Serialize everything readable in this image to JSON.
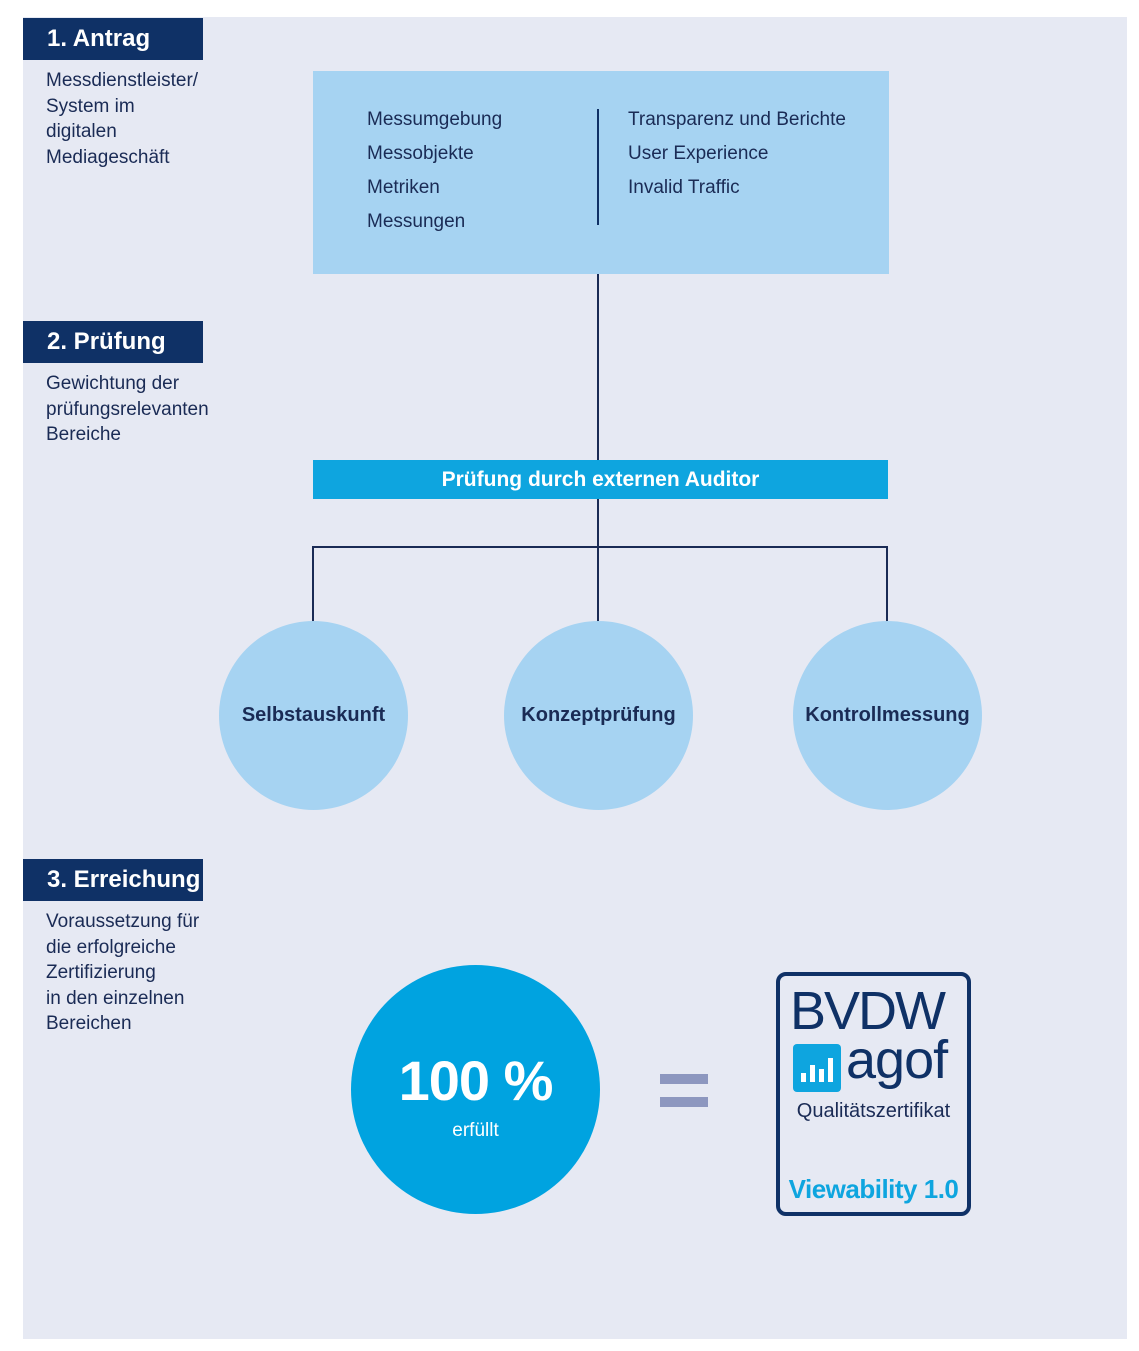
{
  "steps": [
    {
      "title": "1. Antrag",
      "description": "Messdienstleister/\nSystem im\ndigitalen\nMediageschäft"
    },
    {
      "title": "2. Prüfung",
      "description": "Gewichtung der\nprüfungsrelevanten\nBereiche"
    },
    {
      "title": "3. Erreichung",
      "description": "Voraussetzung für\ndie erfolgreiche\nZertifizierung\nin den einzelnen\nBereichen"
    }
  ],
  "scope": {
    "left_items": [
      "Messumgebung",
      "Messobjekte",
      "Metriken",
      "Messungen"
    ],
    "right_items": [
      "Transparenz und Berichte",
      "User Experience",
      "Invalid Traffic"
    ]
  },
  "auditor_label": "Prüfung durch externen Auditor",
  "methods": [
    "Selbstauskunft",
    "Konzeptprüfung",
    "Kontrollmessung"
  ],
  "result": {
    "value": "100 %",
    "label": "erfüllt"
  },
  "certificate": {
    "brand": "BVDW",
    "partner": "agof",
    "subtitle": "Qualitätszertifikat",
    "product": "Viewability 1.0"
  },
  "colors": {
    "navy": "#0f3166",
    "cyan": "#0ea5df",
    "light_blue": "#a6d3f2",
    "background": "#e6e9f3"
  }
}
